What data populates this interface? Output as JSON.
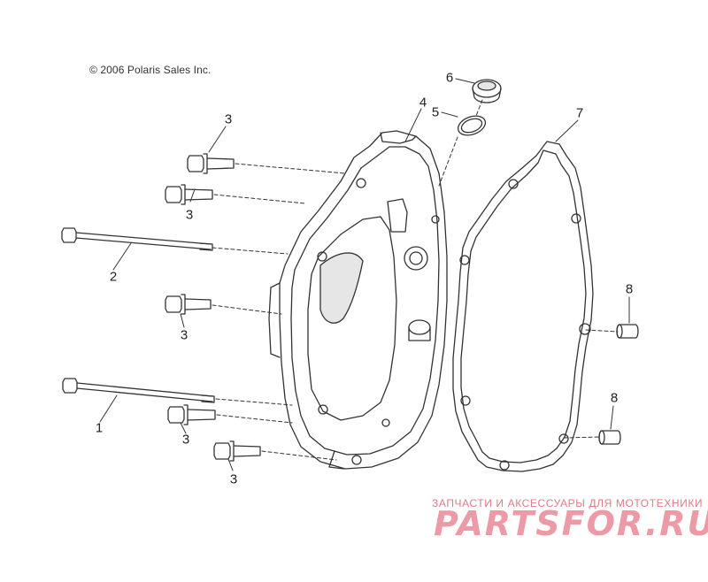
{
  "copyright": "© 2006 Polaris Sales Inc.",
  "callouts": [
    "1",
    "2",
    "3",
    "3",
    "3",
    "3",
    "3",
    "4",
    "5",
    "6",
    "7",
    "8",
    "8"
  ],
  "watermark": {
    "subtitle": "ЗАПЧАСТИ И АКСЕССУАРЫ ДЛЯ МОТОТЕХНИКИ",
    "logo": "PARTSFOR.RU"
  },
  "colors": {
    "line": "#333333",
    "watermark": "#e8919e"
  }
}
